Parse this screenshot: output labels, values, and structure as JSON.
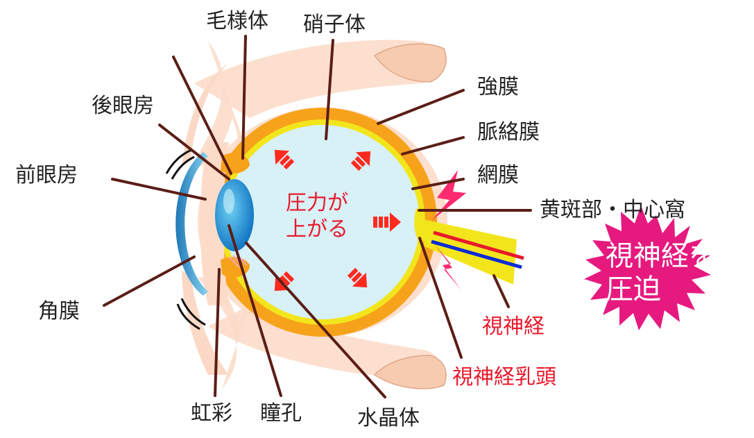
{
  "labels": {
    "ciliary_body": "毛様体",
    "vitreous_body": "硝子体",
    "posterior_chamber": "後眼房",
    "anterior_chamber": "前眼房",
    "cornea": "角膜",
    "iris": "虹彩",
    "pupil": "瞳孔",
    "lens": "水晶体",
    "sclera": "強膜",
    "choroid": "脈絡膜",
    "retina": "網膜",
    "macula_fovea": "黄斑部・中心窩",
    "optic_nerve": "視神経",
    "optic_disc": "視神経乳頭"
  },
  "center_text": {
    "line1": "圧力が",
    "line2": "上がる"
  },
  "burst_text": {
    "line1": "視神経を",
    "line2": "圧迫"
  },
  "colors": {
    "label_text": "#222222",
    "highlight_text": "#e8192c",
    "leader_line": "#5a1e16",
    "sclera_orange": "#f7a21b",
    "retina_yellow": "#f2e51c",
    "vitreous": "#d8f1f7",
    "burst": "#e6197f",
    "muscle": "#f6cbb0",
    "arrow": "#ff2a1f"
  }
}
